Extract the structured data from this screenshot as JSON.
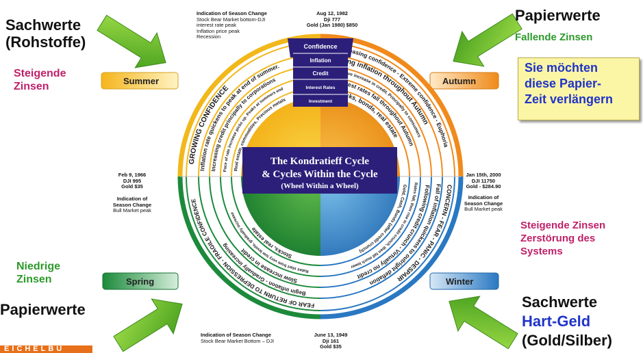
{
  "diagram": {
    "title_lines": [
      "The Kondratieff Cycle",
      "& Cycles Within the Cycle",
      "(Wheel Within a Wheel)"
    ],
    "seasons": {
      "summer": "Summer",
      "autumn": "Autumn",
      "spring": "Spring",
      "winter": "Winter"
    },
    "indicator_tabs": [
      "Confidence",
      "Inflation",
      "Credit",
      "Interest Rates",
      "Investment"
    ],
    "summer_arcs": [
      "GROWING CONFIDENCE",
      "Inflation rate quickens to peak at end of summer.",
      "Increasing credit principally to corporations",
      "Pace of rate increase picks up. Peaks at summers end",
      "Real estate, commodities, Precious metals"
    ],
    "autumn_arcs": [
      "Increasing confidence - Extreme confidence - Euphoria",
      "Falling inflation throughout Autumn",
      "Massive increase in credit. Principally to consumers",
      "Interest rates fall throughout Autumn",
      "stocks, bonds, real estate"
    ],
    "spring_arcs": [
      "FEAR OF RETURN TO DEPRESSION - FRAGILE CONFIDENCE",
      "Begin inflation - Gradually increasing",
      "Slow increase in credit",
      "Rates start from very low levels, gradually increase",
      "Stocks, real estate"
    ],
    "winter_arcs": [
      "CONCERN - FEAR - PANIC - DESPAIR",
      "Fall of inflation quickens to outright deflation",
      "Following credit crunch - Virtually no credit",
      "Rates fall, then rise in credit crunch, then fall much lower",
      "Gold, Cash, Bonds (after credit crunch)"
    ],
    "notes": {
      "top_left": [
        "Indication of Season Change",
        "Stock Bear Market bottom-DJI",
        "interest rate peak",
        "Inflation price peak",
        "Recession"
      ],
      "top_date": [
        "Aug 12, 1982",
        "Dji 777",
        "Gold (Jan 1980) $850"
      ],
      "left_date": [
        "Feb 9, 1966",
        "DJI 995",
        "Gold $35"
      ],
      "left_change": [
        "Indication of",
        "Season Change",
        "Bull Market peak"
      ],
      "right_date": [
        "Jan 15th, 2000",
        "DJI 11750",
        "Gold - $284.90"
      ],
      "right_change": [
        "Indication of",
        "Season Change",
        "Bull Market peak"
      ],
      "bottom_change": [
        "Indication of Season Change",
        "Stock Bear Market Bottom – DJI"
      ],
      "bottom_date": [
        "June 13, 1949",
        "Dji 161",
        "Gold $35"
      ]
    }
  },
  "annotations": {
    "top_left_heading": [
      "Sachwerte",
      "(Rohstoffe)"
    ],
    "top_left_sub": [
      "Steigende",
      "Zinsen"
    ],
    "top_right_heading": "Papierwerte",
    "top_right_sub": "Fallende Zinsen",
    "callout": [
      "Sie möchten",
      "diese Papier-",
      "Zeit verlängern"
    ],
    "right_mid": [
      "Steigende Zinsen",
      "Zerstörung des",
      "Systems"
    ],
    "bottom_left_sub": [
      "Niedrige",
      "Zinsen"
    ],
    "bottom_left_heading": "Papierwerte",
    "bottom_right": [
      "Sachwerte",
      "Hart-Geld",
      "(Gold/Silber)"
    ],
    "logo": "EICHELBU"
  },
  "colors": {
    "summer": "#f2b81b",
    "autumn": "#f08a1c",
    "spring": "#1c8a3b",
    "winter": "#2a78c2",
    "center": "#2c1f7a",
    "arrow": "#6cc42a",
    "magenta": "#c0206a",
    "green_text": "#2c9a2a",
    "blue_text": "#2034c8"
  }
}
